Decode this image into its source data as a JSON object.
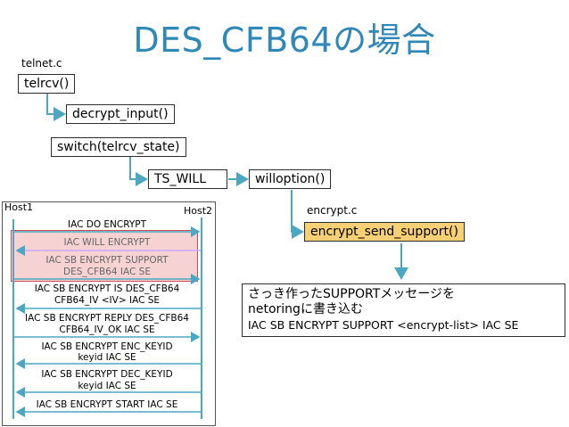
{
  "title": "DES_CFB64の場合",
  "flow": {
    "file_telnet": "telnet.c",
    "telrcv": "telrcv()",
    "decrypt_input": "decrypt_input()",
    "switch": "switch(telrcv_state)",
    "ts_will": "TS_WILL",
    "willoption": "willoption()",
    "file_encrypt": "encrypt.c",
    "encrypt_send_support": "encrypt_send_support()"
  },
  "sequence": {
    "host1": "Host1",
    "host2": "Host2",
    "messages": [
      {
        "line1": "IAC DO ENCRYPT",
        "line2": ""
      },
      {
        "line1": "IAC WILL ENCRYPT",
        "line2": ""
      },
      {
        "line1": "IAC SB ENCRYPT SUPPORT",
        "line2": "DES_CFB64 IAC SE"
      },
      {
        "line1": "IAC SB ENCRYPT IS DES_CFB64",
        "line2": "CFB64_IV <IV> IAC SE"
      },
      {
        "line1": "IAC SB ENCRYPT REPLY DES_CFB64",
        "line2": "CFB64_IV_OK IAC SE"
      },
      {
        "line1": "IAC SB ENCRYPT ENC_KEYID",
        "line2": "keyid IAC SE"
      },
      {
        "line1": "IAC SB ENCRYPT DEC_KEYID",
        "line2": "keyid IAC SE"
      },
      {
        "line1": "IAC SB ENCRYPT START IAC SE",
        "line2": ""
      }
    ]
  },
  "note": {
    "line1": "さっき作ったSUPPORTメッセージを",
    "line2": "netoringに書き込む",
    "line3": "IAC SB ENCRYPT SUPPORT <encrypt-list> IAC SE"
  },
  "colors": {
    "title": "#2f88b7",
    "arrow": "#4ba7c2",
    "highlight_box": "#f7d075",
    "pink_region": "#f6d2d2",
    "pink_border": "#d04a5a"
  }
}
